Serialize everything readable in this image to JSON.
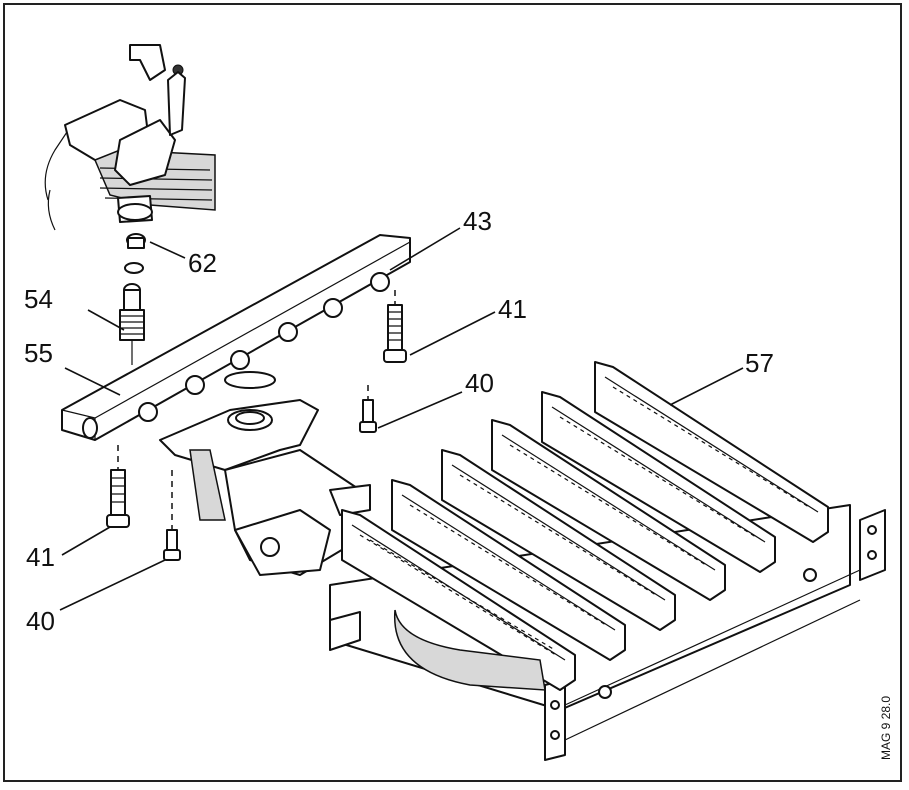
{
  "callouts": {
    "c62": "62",
    "c54": "54",
    "c55": "55",
    "c43": "43",
    "c41a": "41",
    "c41b": "41",
    "c40a": "40",
    "c40b": "40",
    "c57": "57"
  },
  "reference_code": "MAG 9 28.0",
  "colors": {
    "line": "#111111",
    "shade": "#d8d8d8",
    "background": "#ffffff"
  }
}
